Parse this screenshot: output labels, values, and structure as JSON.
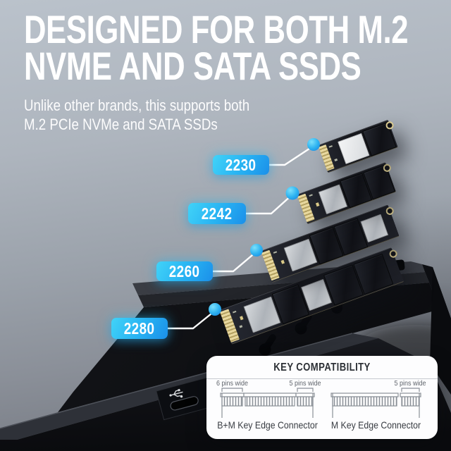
{
  "header": {
    "title_line1": "DESIGNED FOR BOTH M.2",
    "title_line2": "NVME AND SATA SSDS",
    "subtitle_line1": "Unlike other brands, this supports both",
    "subtitle_line2": "M.2 PCIe NVMe and SATA SSDs"
  },
  "ssd_sizes": [
    {
      "label": "2230"
    },
    {
      "label": "2242"
    },
    {
      "label": "2260"
    },
    {
      "label": "2280"
    }
  ],
  "key_compatibility": {
    "title": "KEY COMPATIBILITY",
    "connectors": [
      {
        "name": "B+M Key Edge Connector",
        "pin_labels": [
          "6 pins wide",
          "5 pins wide"
        ]
      },
      {
        "name": "M Key Edge Connector",
        "pin_labels": [
          "5 pins wide"
        ]
      }
    ]
  },
  "colors": {
    "badge_gradient_start": "#41d3f8",
    "badge_gradient_end": "#1b8fe9",
    "headline_text": "#ffffff",
    "card_bg": "#fdfdfe",
    "pcb_dark": "#15161b",
    "connector_gold": "#d8c68c"
  }
}
